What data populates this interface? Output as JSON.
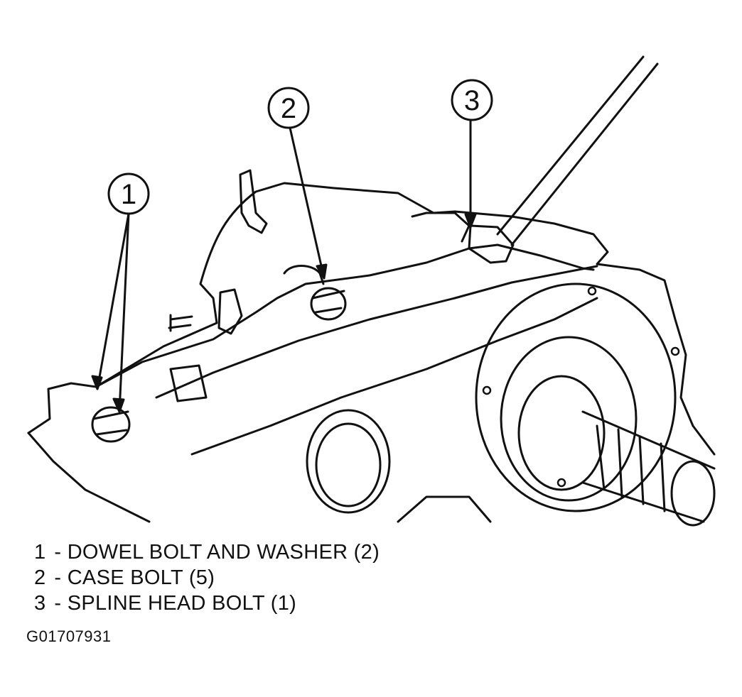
{
  "callouts": [
    {
      "id": "1",
      "label": "1"
    },
    {
      "id": "2",
      "label": "2"
    },
    {
      "id": "3",
      "label": "3"
    }
  ],
  "legend": [
    {
      "num": "1",
      "sep": "-",
      "text": "DOWEL BOLT AND WASHER (2)"
    },
    {
      "num": "2",
      "sep": "-",
      "text": "CASE BOLT (5)"
    },
    {
      "num": "3",
      "sep": "-",
      "text": "SPLINE HEAD BOLT (1)"
    }
  ],
  "figure_id": "G01707931"
}
